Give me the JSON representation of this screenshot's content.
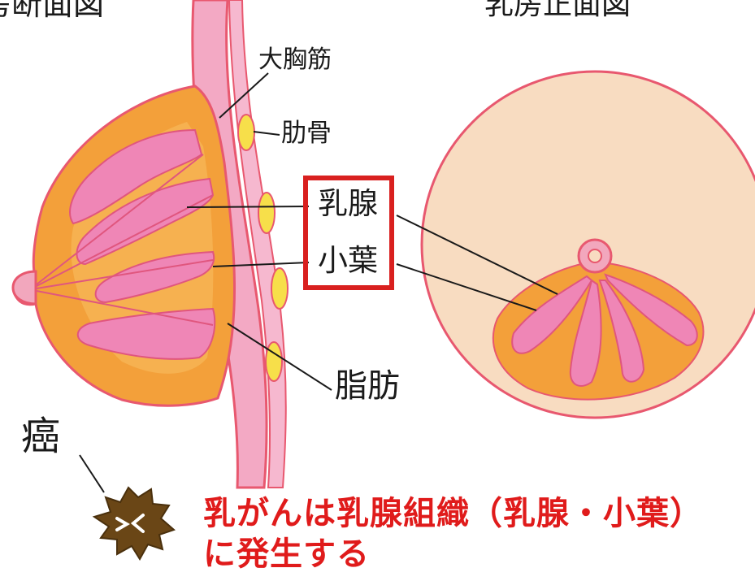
{
  "titles": {
    "left": "乳房断面図",
    "right": "乳房正面図"
  },
  "labels": {
    "pectoralis": "大胸筋",
    "rib": "肋骨",
    "duct": "乳腺",
    "lobule": "小葉",
    "fat": "脂肪",
    "cancer": "癌"
  },
  "caption": {
    "line1": "乳がんは乳腺組織（乳腺・小葉）",
    "line2": "に発生する"
  },
  "colors": {
    "skin": "#e8586f",
    "muscle": "#f3a9c4",
    "fat": "#f3a03a",
    "gland": "#ef86b6",
    "front_view": "#f8dcc1",
    "highlight": "#d9201f",
    "caption": "#e01b1b",
    "tumor": "#6a4616"
  }
}
